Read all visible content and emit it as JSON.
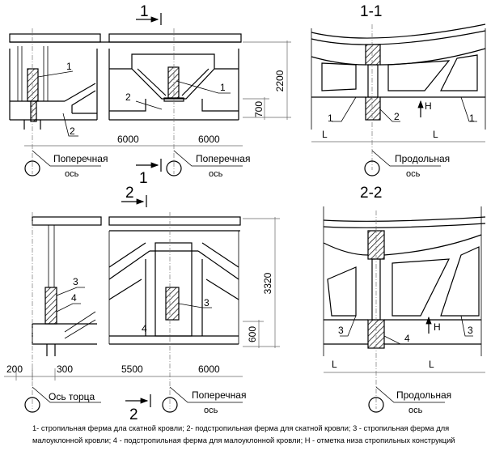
{
  "section_marks": {
    "s1": "1",
    "s1_title": "1-1",
    "s2": "2",
    "s2_title": "2-2"
  },
  "callouts": {
    "n1": "1",
    "n2": "2",
    "n3": "3",
    "n4": "4",
    "h": "H",
    "l": "L"
  },
  "dimensions": {
    "d2200": "2200",
    "d700": "700",
    "d6000a": "6000",
    "d6000b": "6000",
    "d3320": "3320",
    "d600": "600",
    "d200": "200",
    "d300": "300",
    "d5500": "5500",
    "d6000c": "6000"
  },
  "axes": {
    "transverse": "Поперечная",
    "axis": "ось",
    "longitudinal": "Продольная",
    "end_axis": "Ось торца"
  },
  "caption": {
    "line1": "1- стропильная ферма дла скатной кровли; 2- подстропильная ферма для скатной кровли; 3 - стропильная ферма для",
    "line2": "малоуклонной кровли; 4 - подстропильная ферма для малоуклонной кровли;  H - отметка низа стропильных конструкций"
  }
}
